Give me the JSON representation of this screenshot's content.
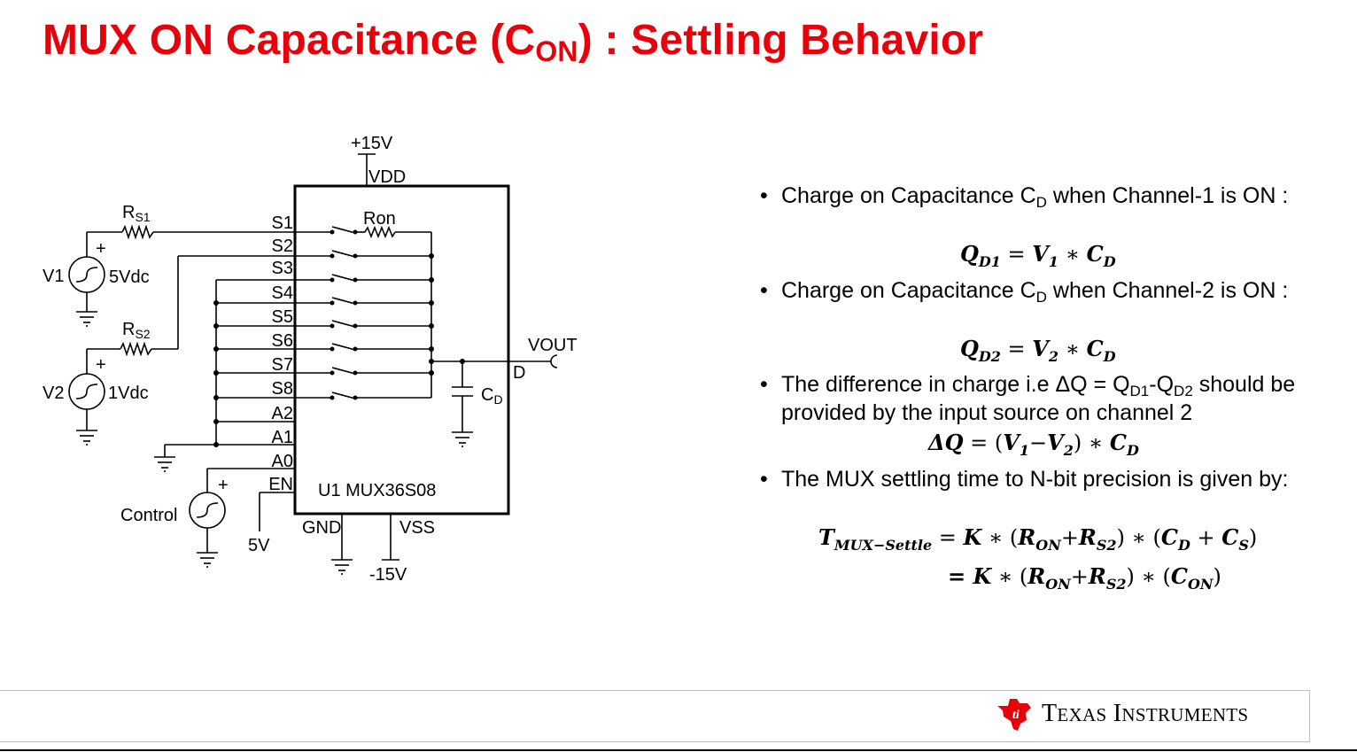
{
  "title": {
    "main": "MUX ON Capacitance (C",
    "sub": "ON",
    "rest": ") : Settling Behavior"
  },
  "schematic": {
    "supply_top": "+15V",
    "vdd": "VDD",
    "rs1": {
      "base": "R",
      "sub": "S1"
    },
    "rs2": {
      "base": "R",
      "sub": "S2"
    },
    "v1": "V1",
    "v1_value": "5Vdc",
    "v2": "V2",
    "v2_value": "1Vdc",
    "plus": "+",
    "ron": "Ron",
    "pins": [
      "S1",
      "S2",
      "S3",
      "S4",
      "S5",
      "S6",
      "S7",
      "S8",
      "A2",
      "A1",
      "A0",
      "EN"
    ],
    "vout": "VOUT",
    "drain": "D",
    "cd": {
      "base": "C",
      "sub": "D"
    },
    "chip_name": "U1 MUX36S08",
    "gnd": "GND",
    "vss": "VSS",
    "supply_bottom": "-15V",
    "control": "Control",
    "en_supply": "5V"
  },
  "bullets": [
    {
      "pre": "Charge on Capacitance C",
      "sub": "D",
      "post": " when Channel-1 is ON :"
    },
    {
      "pre": "Charge on Capacitance C",
      "sub": "D",
      "post": " when Channel-2 is ON :"
    },
    {
      "pre": "The difference in charge i.e  ΔQ = Q",
      "sub1": "D1",
      "mid": "-Q",
      "sub2": "D2",
      "post": " should be provided by the input source on channel 2"
    },
    {
      "text": "The MUX settling time to N-bit precision is given by:"
    }
  ],
  "equations": {
    "qd1": {
      "lhs": "Q",
      "lhs_sub": "D1",
      "op": " = ",
      "a": "V",
      "a_sub": "1",
      "mul": " ∗ ",
      "b": "C",
      "b_sub": "D"
    },
    "qd2": {
      "lhs": "Q",
      "lhs_sub": "D2",
      "op": " = ",
      "a": "V",
      "a_sub": "2",
      "mul": " ∗ ",
      "b": "C",
      "b_sub": "D"
    },
    "dq": {
      "lhs": "ΔQ",
      "op": " =  (",
      "a": "V",
      "a_sub": "1",
      "minus": "−",
      "b": "V",
      "b_sub": "2",
      "close": ") ∗ ",
      "c": "C",
      "c_sub": "D"
    },
    "t1": {
      "lhs": "T",
      "lhs_sub": "MUX−Settle",
      "op": " = ",
      "k": "K",
      "mul": " ∗ (",
      "r1": "R",
      "r1_sub": "ON",
      "plus": "+",
      "r2": "R",
      "r2_sub": "S2",
      "mid": ") ∗ (",
      "c1": "C",
      "c1_sub": "D",
      "plus2": " + ",
      "c2": "C",
      "c2_sub": "S",
      "close": ")"
    },
    "t2": {
      "op": "= ",
      "k": "K",
      "mul": " ∗ (",
      "r1": "R",
      "r1_sub": "ON",
      "plus": "+",
      "r2": "R",
      "r2_sub": "S2",
      "mid": ") ∗ (",
      "c1": "C",
      "c1_sub": "ON",
      "close": ")"
    }
  },
  "footer": {
    "brand_big1": "T",
    "brand_small1": "EXAS",
    "brand_big2": " I",
    "brand_small2": "NSTRUMENTS"
  },
  "colors": {
    "title": "#e8000b",
    "logo": "#e8000b"
  }
}
